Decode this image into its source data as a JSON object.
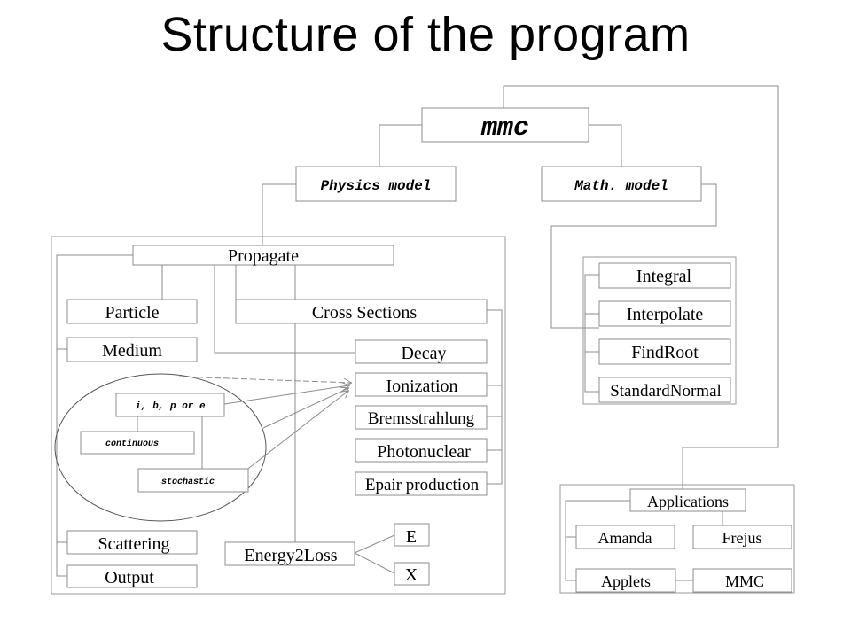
{
  "title": "Structure of the program",
  "root": {
    "label": "mmc"
  },
  "models": {
    "physics": "Physics model",
    "math": "Math. model"
  },
  "physics": {
    "propagate": "Propagate",
    "particle": "Particle",
    "medium": "Medium",
    "cross_sections": "Cross Sections",
    "processes": [
      "Decay",
      "Ionization",
      "Bremsstrahlung",
      "Photonuclear",
      "Epair production"
    ],
    "loss_types": {
      "ibpe": "i, b, p or e",
      "continuous": "continuous",
      "stochastic": "stochastic"
    },
    "scattering": "Scattering",
    "output": "Output",
    "energy2loss": "Energy2Loss",
    "e_label": "E",
    "x_label": "X"
  },
  "math": {
    "items": [
      "Integral",
      "Interpolate",
      "FindRoot",
      "StandardNormal"
    ]
  },
  "applications": {
    "header": "Applications",
    "items": [
      "Amanda",
      "Frejus",
      "Applets",
      "MMC"
    ]
  }
}
